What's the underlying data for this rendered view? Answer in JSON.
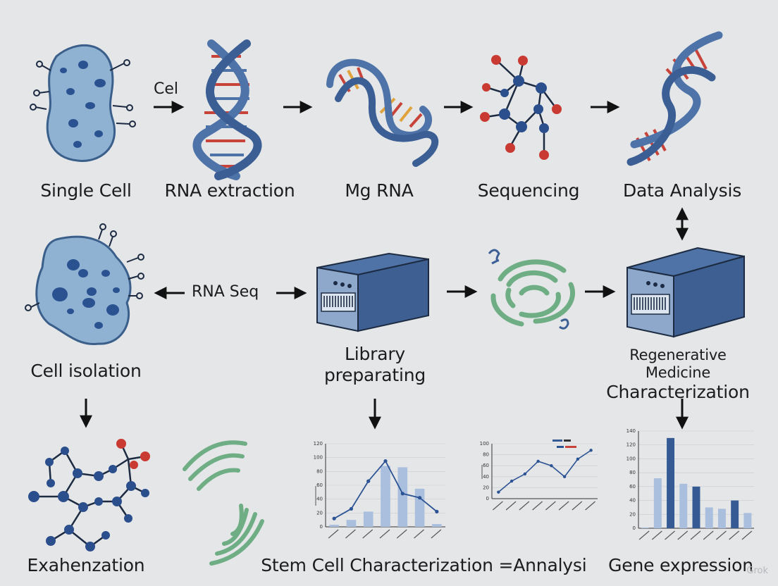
{
  "colors": {
    "background": "#e4e6e8",
    "cell_fill": "#8fb1d2",
    "cell_stroke": "#3a5f8a",
    "nucleus": "#2a5290",
    "helix_blue": "#4d73a8",
    "helix_red": "#c8443a",
    "node_blue": "#2b4e8c",
    "node_red": "#c93a32",
    "green": "#6fae85",
    "bar_light": "#a9bfdd",
    "bar_dark": "#355a94",
    "line": "#2c5394"
  },
  "labels": {
    "single_cell": "Single Cell",
    "rna_extraction": "RNA extraction",
    "mg_rna": "Mg RNA",
    "sequencing": "Sequencing",
    "data_analysis": "Data Analysis",
    "cell_isolation": "Cell isolation",
    "rna_seq": "RNA Seq",
    "library_line1": "Library",
    "library_line2": "preparating",
    "regen_line1": "Regenerative Medicine",
    "regen_line2": "Characterization",
    "exahenzation": "Exahenzation",
    "stem_cell_char": "Stem Cell Characterization",
    "annalysi": "=Annalysi",
    "gene_expression": "Gene expression",
    "cel_arrow": "Cel"
  },
  "icons": {
    "single_cell": "cell-icon",
    "rna_extraction": "dna-helix-icon",
    "mg_rna": "rna-strand-icon",
    "sequencing": "molecule-icon",
    "data_analysis": "dna-helix-icon",
    "cell_isolation": "cell-icon",
    "library_prep": "sequencer-machine-icon",
    "green_circle": "green-ring-icon",
    "regen_machine": "sequencer-machine-icon",
    "molecule_bottom": "molecule-icon",
    "signal_waves": "signal-wave-icon"
  },
  "watermark": "Grok",
  "chart_data": [
    {
      "type": "bar",
      "title": "",
      "categories": [
        "",
        "",
        "",
        "",
        "",
        "",
        ""
      ],
      "values": [
        3,
        10,
        22,
        88,
        86,
        55,
        4
      ],
      "line_values": [
        12,
        26,
        66,
        95,
        48,
        42,
        22
      ],
      "yticks": [
        "0",
        "20",
        "40",
        "60",
        "80",
        "100",
        "120"
      ],
      "ylim": [
        0,
        120
      ],
      "grid": true
    },
    {
      "type": "line",
      "title": "",
      "categories": [
        "",
        "",
        "",
        "",
        "",
        "",
        "",
        ""
      ],
      "values": [
        12,
        32,
        45,
        68,
        60,
        40,
        72,
        88
      ],
      "yticks": [
        "0",
        "20",
        "40",
        "60",
        "80",
        "100"
      ],
      "ylim": [
        0,
        100
      ],
      "legend": [
        "",
        ""
      ],
      "grid": true
    },
    {
      "type": "bar",
      "title": "",
      "categories": [
        "",
        "",
        "",
        "",
        "",
        "",
        "",
        ""
      ],
      "values": [
        1,
        72,
        130,
        64,
        60,
        30,
        28,
        40,
        22
      ],
      "dark_mask": [
        0,
        0,
        1,
        0,
        1,
        0,
        0,
        1,
        0
      ],
      "yticks": [
        "0",
        "20",
        "40",
        "60",
        "80",
        "100",
        "120",
        "140"
      ],
      "ylim": [
        0,
        140
      ],
      "grid": true
    }
  ]
}
